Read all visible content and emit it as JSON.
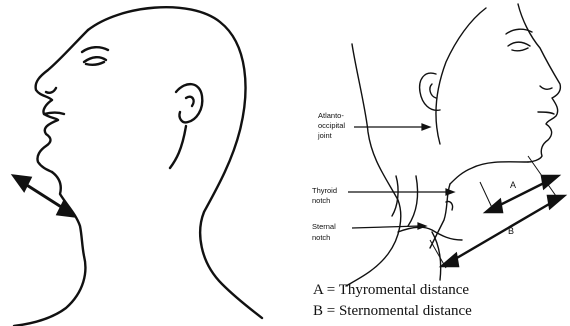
{
  "left_figure": {
    "description_icon": "head-profile-neck-extended-icon"
  },
  "right_figure": {
    "labels": {
      "atlanto_1": "Atlanto-",
      "atlanto_2": "occipital",
      "atlanto_3": "joint",
      "thyroid_1": "Thyroid",
      "thyroid_2": "notch",
      "sternal_1": "Sternal",
      "sternal_2": "notch",
      "marker_a": "A",
      "marker_b": "B"
    }
  },
  "captions": {
    "a": "A = Thyromental distance",
    "b": "B = Sternomental distance"
  },
  "colors": {
    "line": "#111111",
    "background": "#ffffff"
  }
}
